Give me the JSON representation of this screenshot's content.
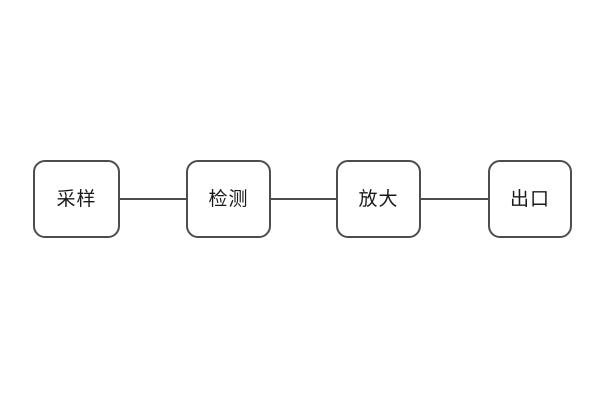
{
  "flowchart": {
    "title": "signal-flow-block-diagram",
    "nodes": [
      {
        "id": "sampling",
        "label": "采样"
      },
      {
        "id": "detection",
        "label": "检测"
      },
      {
        "id": "amplification",
        "label": "放大"
      },
      {
        "id": "outlet",
        "label": "出口"
      }
    ],
    "connections": [
      {
        "from": "采样",
        "to": "检测"
      },
      {
        "from": "检测",
        "to": "放大"
      },
      {
        "from": "放大",
        "to": "出口"
      }
    ],
    "colors": {
      "background": "#ffffff",
      "box_border": "#4d4d4d",
      "connector_line": "#4d4d4d",
      "label_text": "#1a1a1a"
    }
  }
}
